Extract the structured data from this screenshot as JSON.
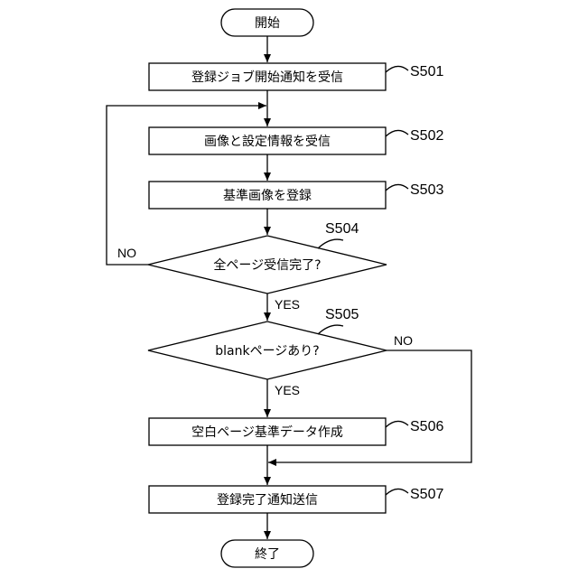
{
  "flowchart": {
    "start": "開始",
    "end": "終了",
    "steps": [
      {
        "id": "S501",
        "text": "登録ジョブ開始通知を受信"
      },
      {
        "id": "S502",
        "text": "画像と設定情報を受信"
      },
      {
        "id": "S503",
        "text": "基準画像を登録"
      },
      {
        "id": "S504",
        "text": "全ページ受信完了?"
      },
      {
        "id": "S505",
        "text": "blankページあり?"
      },
      {
        "id": "S506",
        "text": "空白ページ基準データ作成"
      },
      {
        "id": "S507",
        "text": "登録完了通知送信"
      }
    ],
    "branches": {
      "s504_yes": "YES",
      "s504_no": "NO",
      "s505_yes": "YES",
      "s505_no": "NO"
    }
  }
}
